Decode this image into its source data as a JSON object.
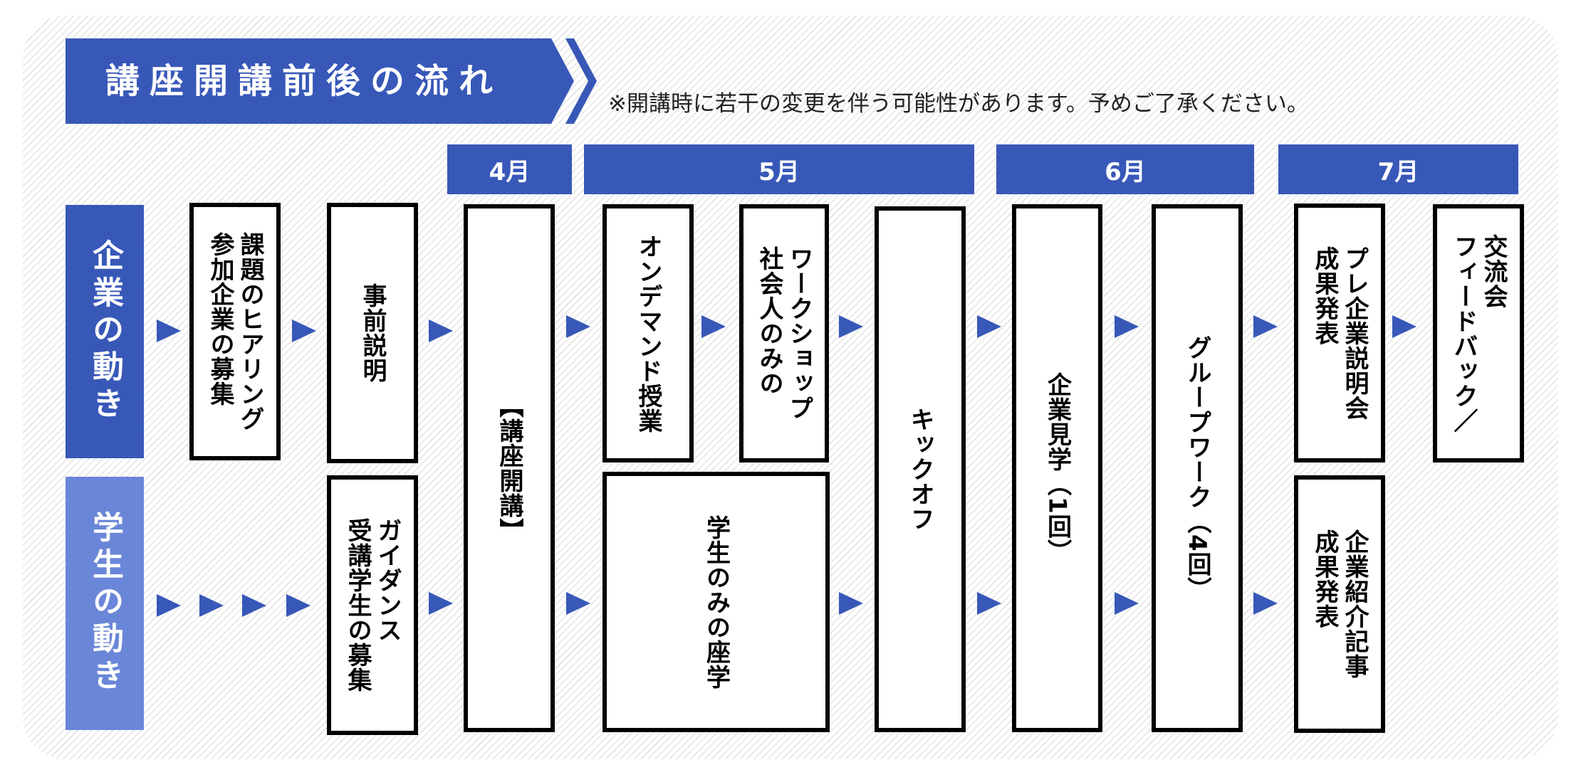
{
  "title": "講座開講前後の流れ",
  "note": "※開講時に若干の変更を伴う可能性があります。予めご了承ください。",
  "months": [
    "4月",
    "5月",
    "6月",
    "7月"
  ],
  "rows": {
    "company": "企業の動き",
    "student": "学生の動き"
  },
  "steps": {
    "hearing": "課題のヒアリング\n参加企業の募集",
    "pre_explanation": "事前説明",
    "course_start": "【講座開講】",
    "on_demand": "オンデマンド授業",
    "workshop": "ワークショップ\n社会人のみの",
    "kickoff": "キックオフ",
    "company_visit": "企業見学（1回）",
    "group_work": "グループワーク（4回）",
    "pre_presentation": "プレ企業説明会\n成果発表",
    "exchange": "交流会\nフィードバック／",
    "guidance": "ガイダンス\n受講学生の募集",
    "lecture": "学生のみの座学",
    "article": "企業紹介記事\n成果発表"
  },
  "colors": {
    "primary": "#3858b8",
    "student_row": "#6a86d8"
  }
}
